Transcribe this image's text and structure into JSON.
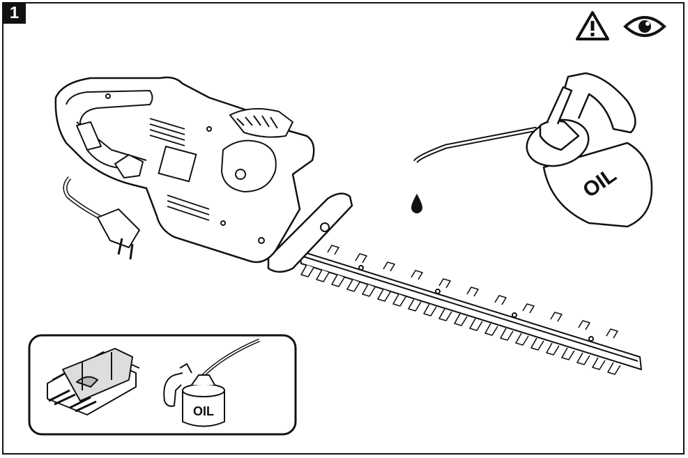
{
  "step": {
    "number": "1"
  },
  "icons": {
    "warning": "warning-triangle-icon",
    "eye": "eye-icon",
    "drop": "oil-drop-icon"
  },
  "oil_can_large": {
    "label": "OIL"
  },
  "inset": {
    "oil_can_label": "OIL"
  },
  "colors": {
    "line": "#111111",
    "background": "#ffffff"
  }
}
